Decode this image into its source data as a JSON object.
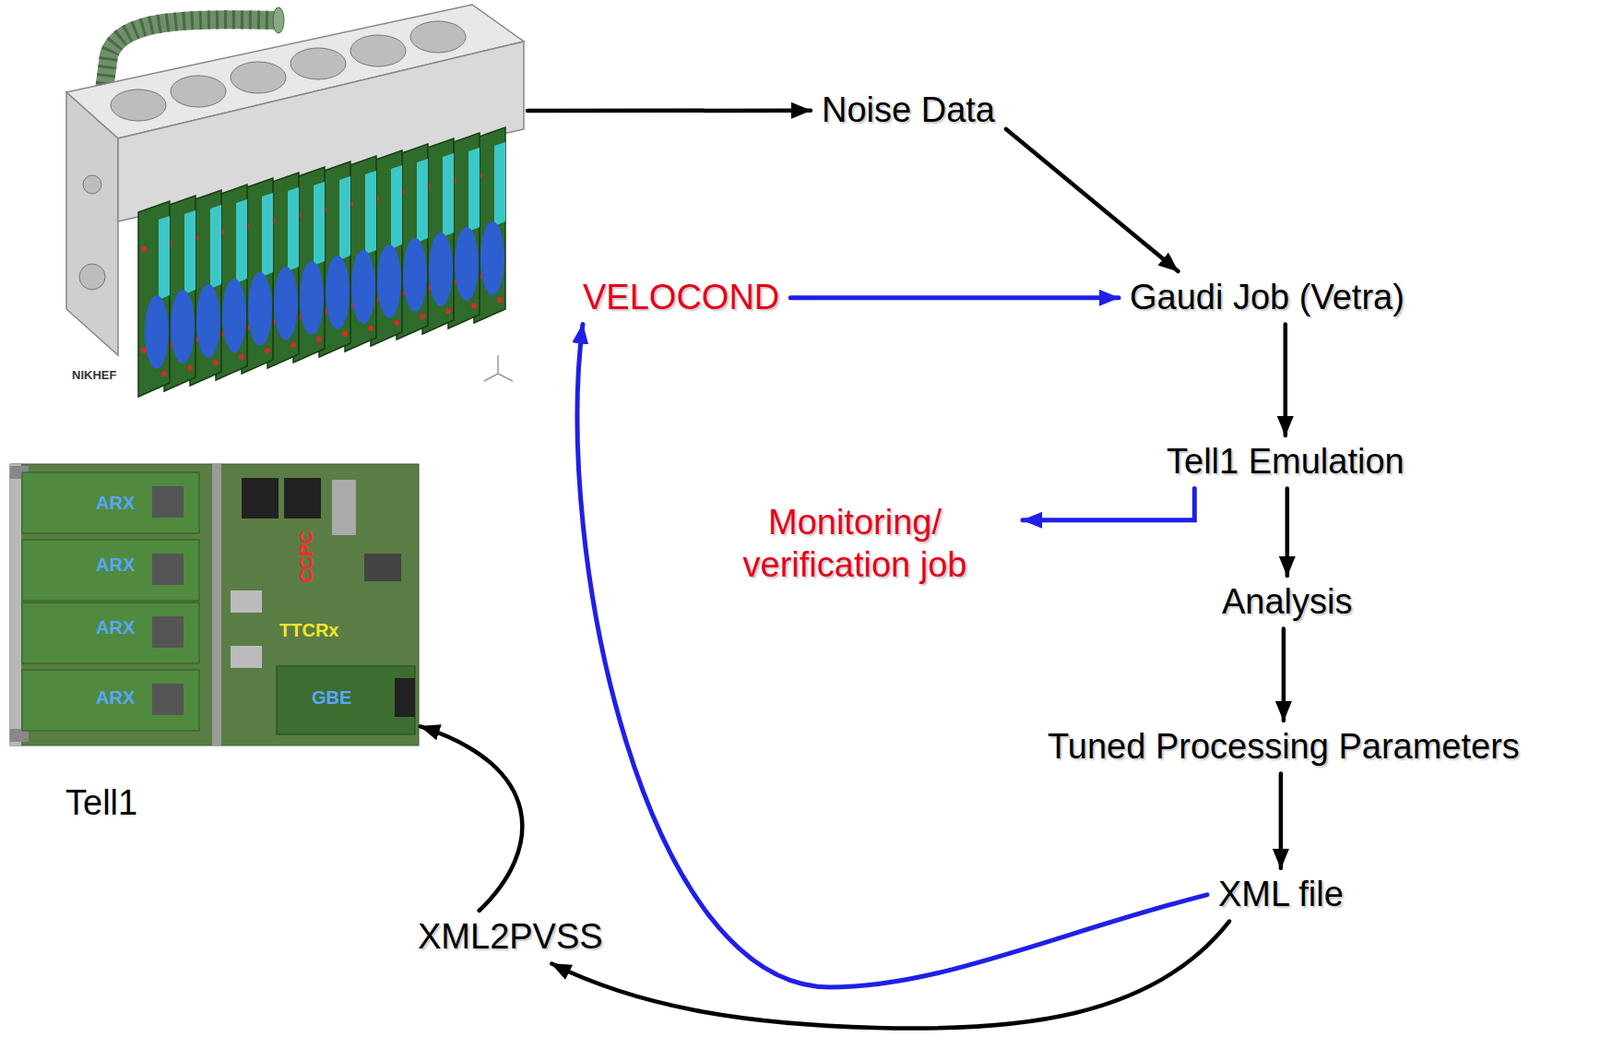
{
  "diagram": {
    "nodes": [
      {
        "text": [
          "NIKHEF"
        ]
      },
      {
        "text": [
          "Noise Data"
        ]
      },
      {
        "text": [
          "VELOCOND"
        ]
      },
      {
        "text": [
          "Gaudi Job (Vetra)"
        ]
      },
      {
        "text": [
          "Tell1 Emulation"
        ]
      },
      {
        "text": [
          "Monitoring/ verification job"
        ]
      },
      {
        "text": [
          "Analysis"
        ]
      },
      {
        "text": [
          "Tuned Processing Parameters"
        ]
      },
      {
        "text": [
          "Tell1"
        ]
      },
      {
        "text": [
          "XML file"
        ]
      },
      {
        "text": [
          "XML2PVSS"
        ]
      }
    ],
    "edges": [
      {
        "from": 0,
        "to": 1,
        "arrow": "to"
      },
      {
        "from": 1,
        "to": 3,
        "arrow": "to"
      },
      {
        "from": 2,
        "to": 3,
        "arrow": "to"
      },
      {
        "from": 3,
        "to": 4,
        "arrow": "to"
      },
      {
        "from": 4,
        "to": 5,
        "arrow": "to"
      },
      {
        "from": 4,
        "to": 6,
        "arrow": "to"
      },
      {
        "from": 6,
        "to": 7,
        "arrow": "to"
      },
      {
        "from": 7,
        "to": 9,
        "arrow": "to"
      },
      {
        "from": 9,
        "to": 2,
        "arrow": "to"
      },
      {
        "from": 9,
        "to": 10,
        "arrow": "to"
      },
      {
        "from": 10,
        "to": 8,
        "arrow": "to"
      }
    ],
    "labels": [
      "ARX",
      "ARX",
      "ARX",
      "ARX",
      "CCPC",
      "TTCRx",
      "GBE"
    ]
  }
}
